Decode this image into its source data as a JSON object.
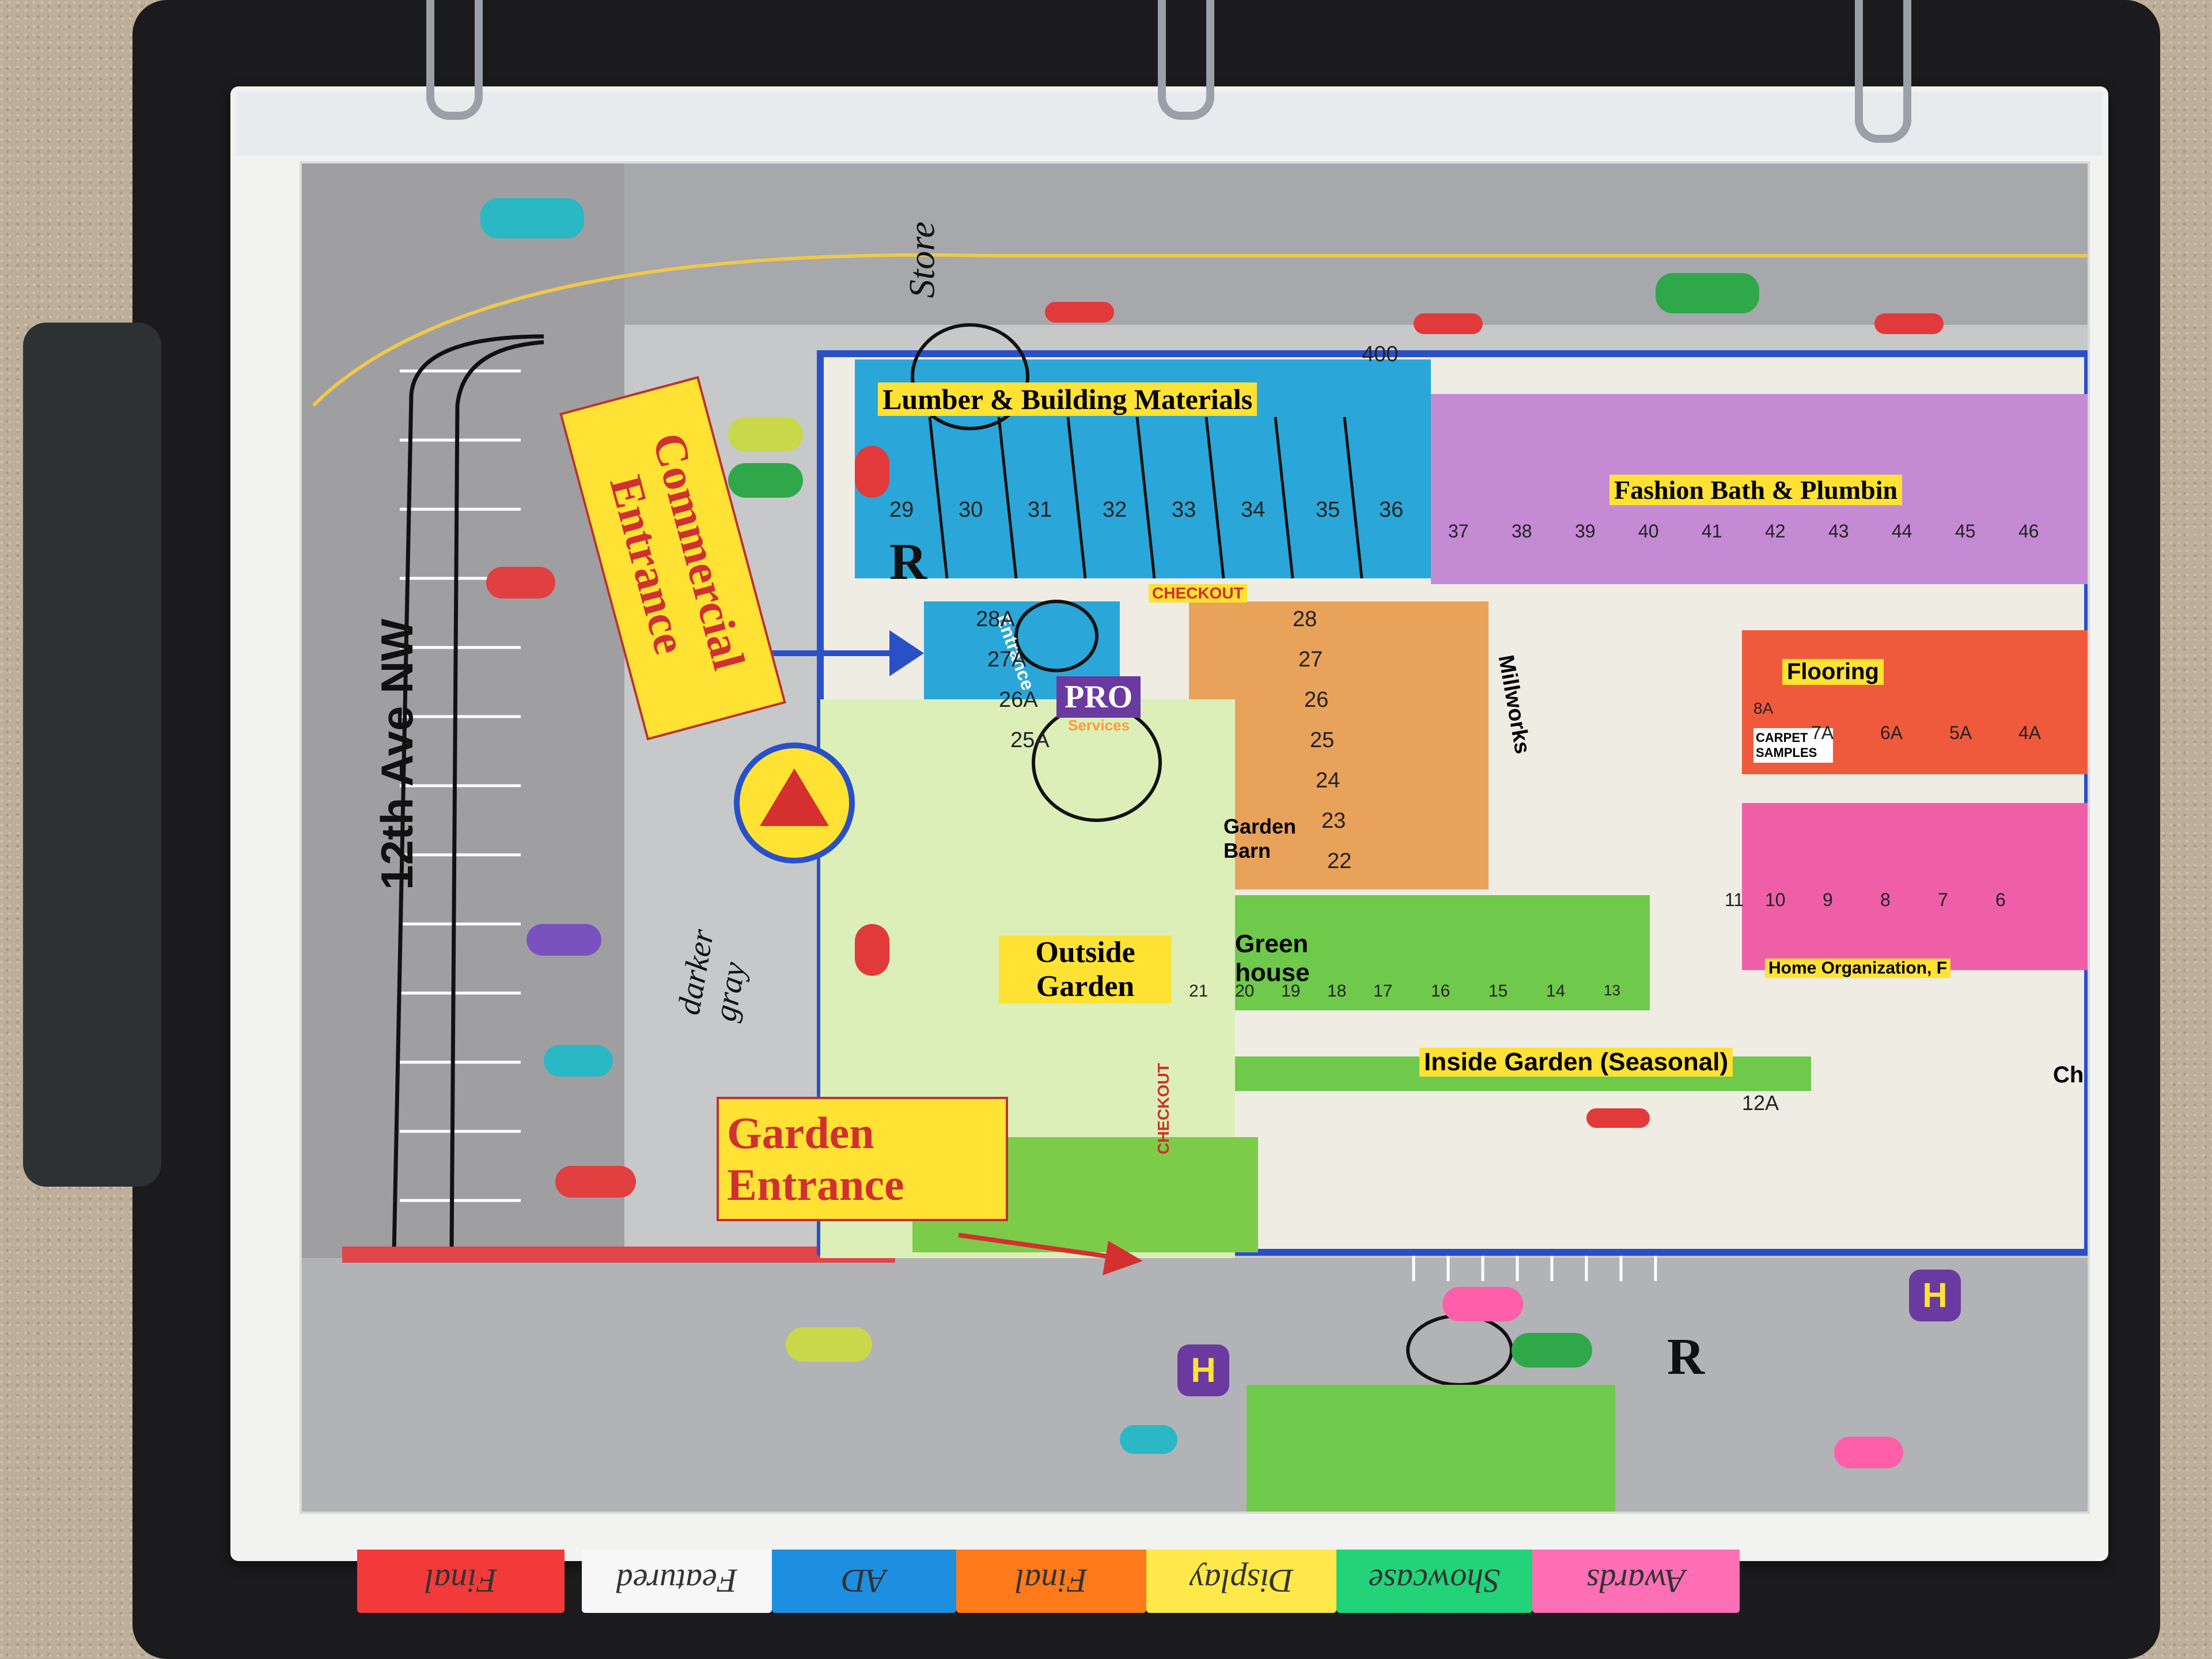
{
  "streets": {
    "avenue": "12th Ave NW"
  },
  "entrances": {
    "commercial": "Commercial Entrance",
    "garden": "Garden Entrance"
  },
  "departments": {
    "lumber": "Lumber & Building Materials",
    "fashion": "Fashion Bath & Plumbin",
    "flooring": "Flooring",
    "millworks": "Millworks",
    "home_org": "Home Organization, F",
    "outside_garden": "Outside Garden",
    "greenhouse": "Green house",
    "garden_barn": "Garden Barn",
    "inside_garden": "Inside Garden (Seasonal)",
    "pro": "PRO",
    "pro_sub": "Services",
    "entrance": "Entrance",
    "carpet": "CARPET SAMPLES",
    "partial": "Ch"
  },
  "checkout": "CHECKOUT",
  "aisles": {
    "top_number": "400",
    "lumber": [
      "29",
      "30",
      "31",
      "32",
      "33",
      "34",
      "35",
      "36"
    ],
    "fashion": [
      "37",
      "38",
      "39",
      "40",
      "41",
      "42",
      "43",
      "44",
      "45",
      "46"
    ],
    "a_rows": [
      "28A",
      "27A",
      "26A",
      "25A"
    ],
    "mill_rows": [
      "28",
      "27",
      "26",
      "25",
      "24",
      "23",
      "22"
    ],
    "flooring": [
      "8A",
      "7A",
      "6A",
      "5A",
      "4A"
    ],
    "home_org": [
      "11",
      "10",
      "9",
      "8",
      "7",
      "6"
    ],
    "garden_row": [
      "21",
      "20",
      "19",
      "18",
      "17",
      "16",
      "15",
      "14",
      "13"
    ],
    "inside_garden_end": "12A"
  },
  "annotations": {
    "store": "Store",
    "darker_gray": "darker gray",
    "r_marker": "R",
    "h_marker": "H"
  },
  "tabs": [
    "Final",
    "Featured",
    "AD",
    "Final",
    "Display",
    "Showcase",
    "Awards"
  ],
  "tab_colors": [
    "#f23a3a",
    "#f7f7f7",
    "#1e8fe0",
    "#ff7a1a",
    "#ffe94a",
    "#22d37a",
    "#ff6fb5"
  ],
  "colors": {
    "lumber": "#2aa7d8",
    "fashion": "#c48ad4",
    "millworks": "#e9a25a",
    "flooring": "#f05a3c",
    "home_org": "#ef5fa8",
    "garden_green": "#6fc94a",
    "light_garden": "#dcefb8",
    "pro": "#6b3aa0",
    "label_yellow": "#ffe234",
    "road": "#9e9fa2"
  }
}
